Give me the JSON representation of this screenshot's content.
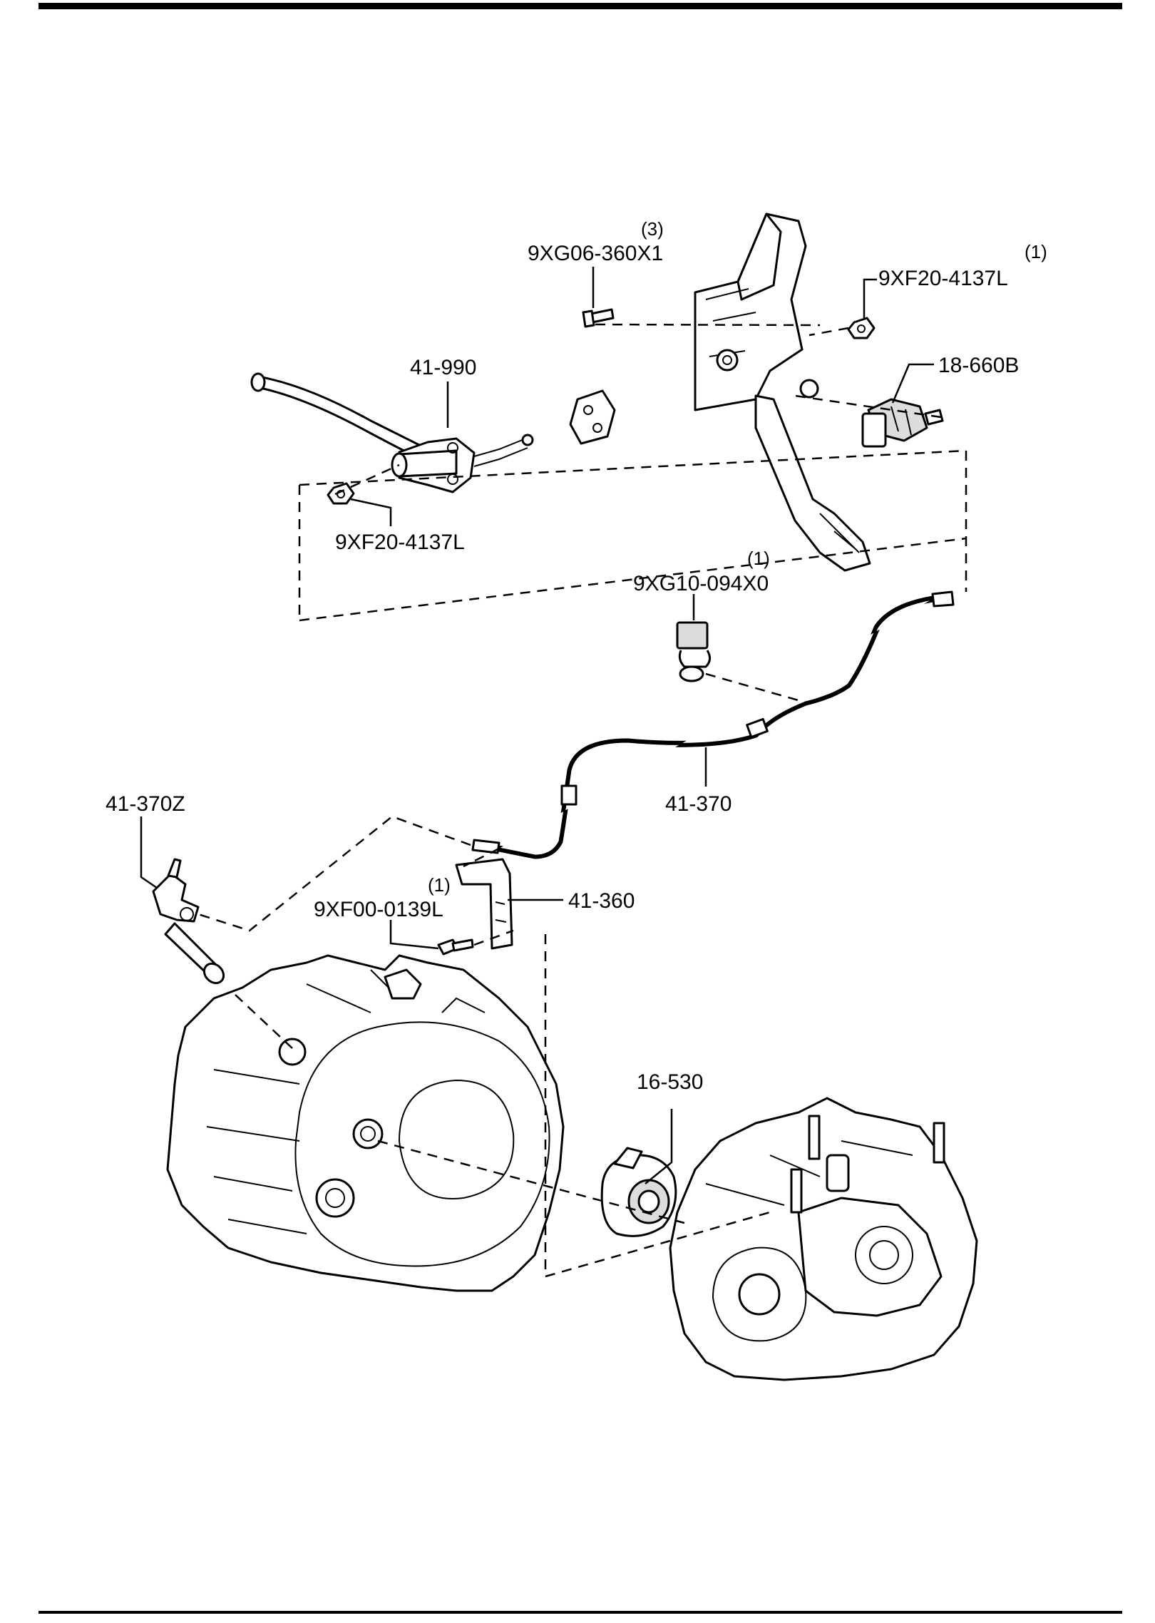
{
  "callouts": {
    "pedal_bolt": {
      "part_no": "9XG06-360X1",
      "qty": "(3)"
    },
    "pedal_nut": {
      "part_no": "9XF20-4137L",
      "qty": "(1)"
    },
    "clutch_switch": {
      "part_no": "18-660B"
    },
    "master_cylinder": {
      "part_no": "41-990"
    },
    "master_cylinder_nut": {
      "part_no": "9XF20-4137L"
    },
    "pipe_clip": {
      "part_no": "9XG10-094X0",
      "qty": "(1)"
    },
    "clutch_pipe": {
      "part_no": "41-370"
    },
    "hose_fitting": {
      "part_no": "41-370Z"
    },
    "bracket": {
      "part_no": "41-360"
    },
    "bracket_bolt": {
      "part_no": "9XF00-0139L",
      "qty": "(1)"
    },
    "release_cylinder": {
      "part_no": "16-530"
    }
  },
  "colors": {
    "ink": "#000000",
    "paper": "#ffffff",
    "shade": "#dcdcdc"
  }
}
